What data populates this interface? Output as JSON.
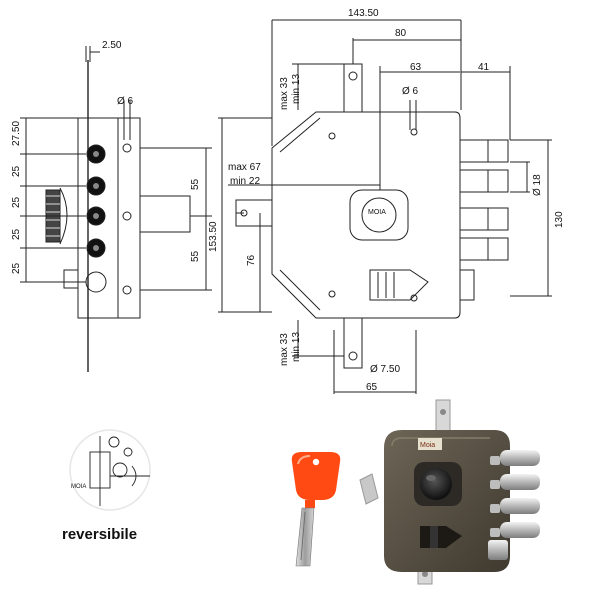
{
  "side_view": {
    "top_dim": "2.50",
    "hole_dim": "Ø 6",
    "vertical_dims": [
      "27.50",
      "25",
      "25",
      "25",
      "25"
    ],
    "right_dims": [
      "55",
      "55"
    ]
  },
  "front_view": {
    "overall_width": "143.50",
    "width_80": "80",
    "width_63": "63",
    "width_41": "41",
    "top_max": "max 33",
    "top_min": "min 13",
    "bolt_hole": "Ø 6",
    "height": "153.50",
    "backset_max": "max 67",
    "backset_min": "min 22",
    "height_76": "76",
    "bolt_diameter": "Ø 18",
    "bolt_span": "130",
    "bottom_max": "max 33",
    "bottom_min": "min 13",
    "bottom_dia": "Ø 7.50",
    "bottom_width": "65",
    "cylinder_brand": "MOIA"
  },
  "reversible_detail": {
    "brand": "MOIA",
    "caption": "reversibile"
  },
  "photo": {
    "lock_label": "Moia",
    "key_color": "#ff4a14",
    "body_color": "#5b5346",
    "bolt_color": "#cfcfcf"
  }
}
